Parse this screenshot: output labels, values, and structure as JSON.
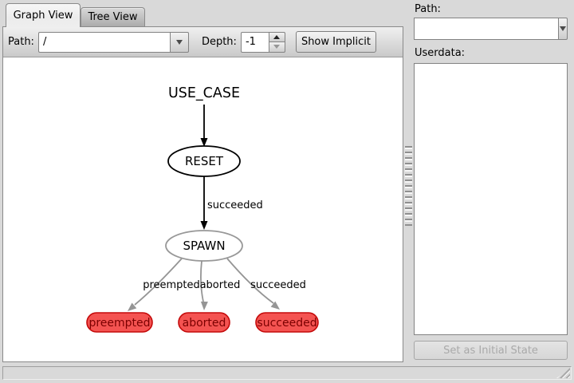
{
  "tabs": [
    {
      "label": "Graph View",
      "active": true
    },
    {
      "label": "Tree View",
      "active": false
    }
  ],
  "toolbar": {
    "path_label": "Path:",
    "path_value": "/",
    "depth_label": "Depth:",
    "depth_value": "-1",
    "show_implicit_label": "Show Implicit"
  },
  "graph": {
    "title": "USE_CASE",
    "nodes": [
      {
        "label": "RESET",
        "type": "state"
      },
      {
        "label": "SPAWN",
        "type": "state"
      }
    ],
    "outcomes": [
      {
        "label": "preempted"
      },
      {
        "label": "aborted"
      },
      {
        "label": "succeeded"
      }
    ],
    "edge_labels": {
      "reset_to_spawn": "succeeded",
      "spawn_to_preempted": "preempted",
      "spawn_to_aborted": "aborted",
      "spawn_to_succeeded": "succeeded"
    },
    "colors": {
      "node_fill": "#ffffff",
      "state_border": "#000000",
      "container_border": "#989898",
      "edge_black": "#000000",
      "edge_gray": "#959595",
      "label_color": "#000000",
      "outcome_fill": "#f45351",
      "outcome_border": "#c40a0a",
      "outcome_text": "#7b0000"
    }
  },
  "sidebar": {
    "path_label": "Path:",
    "path_value": "",
    "userdata_label": "Userdata:",
    "userdata_value": "",
    "set_initial_button": "Set as Initial State"
  },
  "statusbar": {
    "text": ""
  }
}
